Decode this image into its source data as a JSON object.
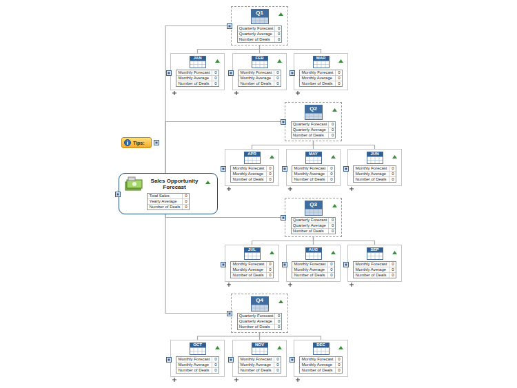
{
  "diagram": {
    "nodes": [
      {
        "text": [
          "Sales Opportunity Forecast",
          "Total Sales",
          "0",
          "Yearly Average",
          "0",
          "Number of Deals",
          "0"
        ]
      },
      {
        "text": [
          "Tips:"
        ]
      },
      {
        "text": [
          "Q1",
          "Quarterly Forecast",
          "0",
          "Quarterly Average",
          "0",
          "Number of Deals",
          "0"
        ]
      },
      {
        "text": [
          "JAN",
          "Monthly Forecast",
          "0",
          "Monthly Average",
          "0",
          "Number of Deals",
          "0"
        ]
      },
      {
        "text": [
          "FEB",
          "Monthly Forecast",
          "0",
          "Monthly Average",
          "0",
          "Number of Deals",
          "0"
        ]
      },
      {
        "text": [
          "MAR",
          "Monthly Forecast",
          "0",
          "Monthly Average",
          "0",
          "Number of Deals",
          "0"
        ]
      },
      {
        "text": [
          "Q2",
          "Quarterly Forecast",
          "0",
          "Quarterly Average",
          "0",
          "Number of Deals",
          "0"
        ]
      },
      {
        "text": [
          "APR",
          "Monthly Forecast",
          "0",
          "Monthly Average",
          "0",
          "Number of Deals",
          "0"
        ]
      },
      {
        "text": [
          "MAY",
          "Monthly Forecast",
          "0",
          "Monthly Average",
          "0",
          "Number of Deals",
          "0"
        ]
      },
      {
        "text": [
          "JUN",
          "Monthly Forecast",
          "0",
          "Monthly Average",
          "0",
          "Number of Deals",
          "0"
        ]
      },
      {
        "text": [
          "Q3",
          "Quarterly Forecast",
          "0",
          "Quarterly Average",
          "0",
          "Number of Deals",
          "0"
        ]
      },
      {
        "text": [
          "JUL",
          "Monthly Forecast",
          "0",
          "Monthly Average",
          "0",
          "Number of Deals",
          "0"
        ]
      },
      {
        "text": [
          "AUG",
          "Monthly Forecast",
          "0",
          "Monthly Average",
          "0",
          "Number of Deals",
          "0"
        ]
      },
      {
        "text": [
          "SEP",
          "Monthly Forecast",
          "0",
          "Monthly Average",
          "0",
          "Number of Deals",
          "0"
        ]
      },
      {
        "text": [
          "Q4",
          "Quarterly Forecast",
          "0",
          "Quarterly Average",
          "0",
          "Number of Deals",
          "0"
        ]
      },
      {
        "text": [
          "OCT",
          "Monthly Forecast",
          "0",
          "Monthly Average",
          "0",
          "Number of Deals",
          "0"
        ]
      },
      {
        "text": [
          "NOV",
          "Monthly Forecast",
          "0",
          "Monthly Average",
          "0",
          "Number of Deals",
          "0"
        ]
      },
      {
        "text": [
          "DEC",
          "Monthly Forecast",
          "0",
          "Monthly Average",
          "0",
          "Number of Deals",
          "0"
        ]
      }
    ],
    "edges": [
      {
        "from": 0,
        "to": 2,
        "arrow": "none"
      },
      {
        "from": 2,
        "to": 3,
        "arrow": "none"
      },
      {
        "from": 2,
        "to": 4,
        "arrow": "none"
      },
      {
        "from": 2,
        "to": 5,
        "arrow": "none"
      },
      {
        "from": 0,
        "to": 6,
        "arrow": "none"
      },
      {
        "from": 6,
        "to": 7,
        "arrow": "none"
      },
      {
        "from": 6,
        "to": 8,
        "arrow": "none"
      },
      {
        "from": 6,
        "to": 9,
        "arrow": "none"
      },
      {
        "from": 0,
        "to": 10,
        "arrow": "none"
      },
      {
        "from": 10,
        "to": 11,
        "arrow": "none"
      },
      {
        "from": 10,
        "to": 12,
        "arrow": "none"
      },
      {
        "from": 10,
        "to": 13,
        "arrow": "none"
      },
      {
        "from": 0,
        "to": 14,
        "arrow": "none"
      },
      {
        "from": 14,
        "to": 15,
        "arrow": "none"
      },
      {
        "from": 14,
        "to": 16,
        "arrow": "none"
      },
      {
        "from": 14,
        "to": 17,
        "arrow": "none"
      }
    ]
  }
}
